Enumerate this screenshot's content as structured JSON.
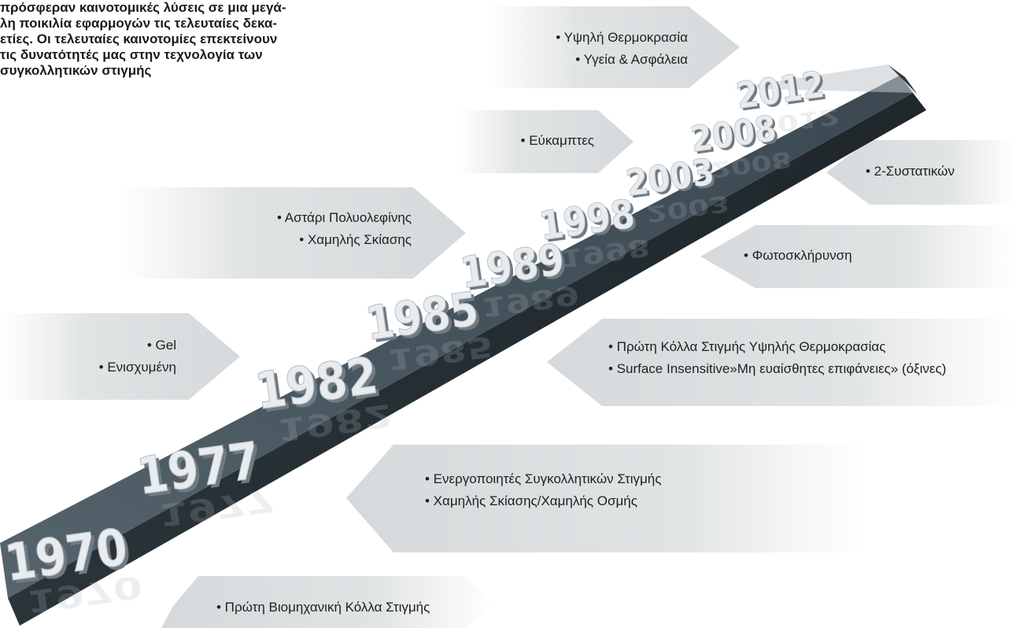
{
  "intro": {
    "lines": [
      "πρόσφεραν καινοτομικές λύσεις σε μια μεγά-",
      "λη ποικιλία εφαρμογών τις τελευταίες δεκα-",
      "ετίες. Οι τελευταίες καινοτομίες επεκτείνουν",
      "τις δυνατότητές μας στην τεχνολογία των",
      "συγκολλητικών στιγμής"
    ]
  },
  "timeline": {
    "years": [
      "1970",
      "1977",
      "1982",
      "1985",
      "1989",
      "1998",
      "2003",
      "2008",
      "2012"
    ],
    "callouts": [
      {
        "year": "1970",
        "items": [
          "• Πρώτη Βιομηχανική Κόλλα Στιγμής"
        ]
      },
      {
        "year": "1977",
        "items": [
          "• Ενεργοποιητές Συγκολλητικών Στιγμής",
          "• Χαμηλής Σκίασης/Χαμηλής Οσμής"
        ]
      },
      {
        "year": "1982",
        "items": [
          "• Gel",
          "• Ενισχυμένη"
        ]
      },
      {
        "year": "1985",
        "items": [
          "• Πρώτη Κόλλα Στιγμής Υψηλής Θερμοκρασίας",
          "• Surface Insensitive»Μη ευαίσθητες επιφάνειες» (όξινες)"
        ]
      },
      {
        "year": "1989",
        "items": [
          "• Αστάρι Πολυολεφίνης",
          "• Χαμηλής Σκίασης"
        ]
      },
      {
        "year": "1998",
        "items": [
          "• Φωτοσκλήρυνση"
        ]
      },
      {
        "year": "2003",
        "items": [
          "• Εύκαμπτες"
        ]
      },
      {
        "year": "2008",
        "items": [
          "• 2-Συστατικών"
        ]
      },
      {
        "year": "2012",
        "items": [
          "• Υψηλή Θερμοκρασία",
          "• Υγεία & Ασφάλεια"
        ]
      }
    ]
  },
  "colors": {
    "arrow_top": "#44525b",
    "arrow_side": "#2a343a",
    "callout_fill": "#dcdfe1",
    "text": "#1f1f1f"
  }
}
